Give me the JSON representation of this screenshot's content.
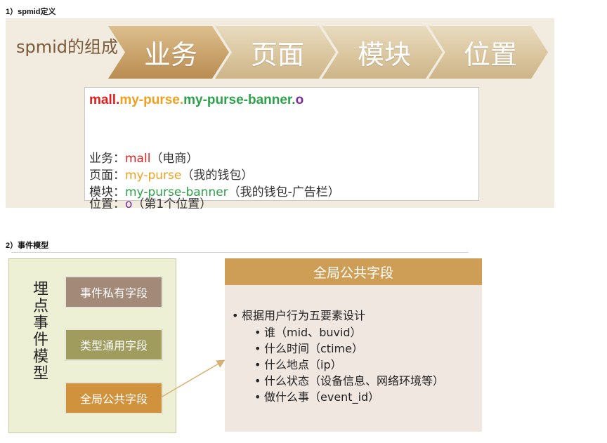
{
  "section1": {
    "heading": "1）spmid定义",
    "title": "spmid的组成",
    "chevrons": [
      "业务",
      "页面",
      "模块",
      "位置"
    ],
    "spm": {
      "part1": "mall",
      "dot1": ".",
      "part2": "my-purse",
      "dot2": ".",
      "part3": "my-purse-banner",
      "dot3": ".",
      "part4": "o"
    },
    "definitions": [
      {
        "label": "业务：",
        "value": "mall",
        "note": "（电商）"
      },
      {
        "label": "页面：",
        "value": "my-purse",
        "note": "（我的钱包）"
      },
      {
        "label": "模块：",
        "value": "my-purse-banner",
        "note": "（我的钱包-广告栏）"
      },
      {
        "label": "位置：",
        "value": "o",
        "note": "（第1个位置）"
      }
    ]
  },
  "section2": {
    "heading": "2）事件模型",
    "model_title_chars": [
      "埋",
      "点",
      "事",
      "件",
      "模",
      "型"
    ],
    "fields": {
      "private": "事件私有字段",
      "type": "类型通用字段",
      "global": "全局公共字段"
    },
    "global_panel": {
      "header": "全局公共字段",
      "main_bullet": "根据用户行为五要素设计",
      "sub_bullets": [
        "谁（mid、buvid）",
        "什么时间（ctime）",
        "什么地点（ip）",
        "什么状态（设备信息、网络环境等）",
        "做什么事（event_id）"
      ]
    }
  },
  "colors": {
    "red": "#e0201f",
    "orange": "#f0a020",
    "green": "#2ea24a",
    "purple": "#7a2a9a"
  }
}
